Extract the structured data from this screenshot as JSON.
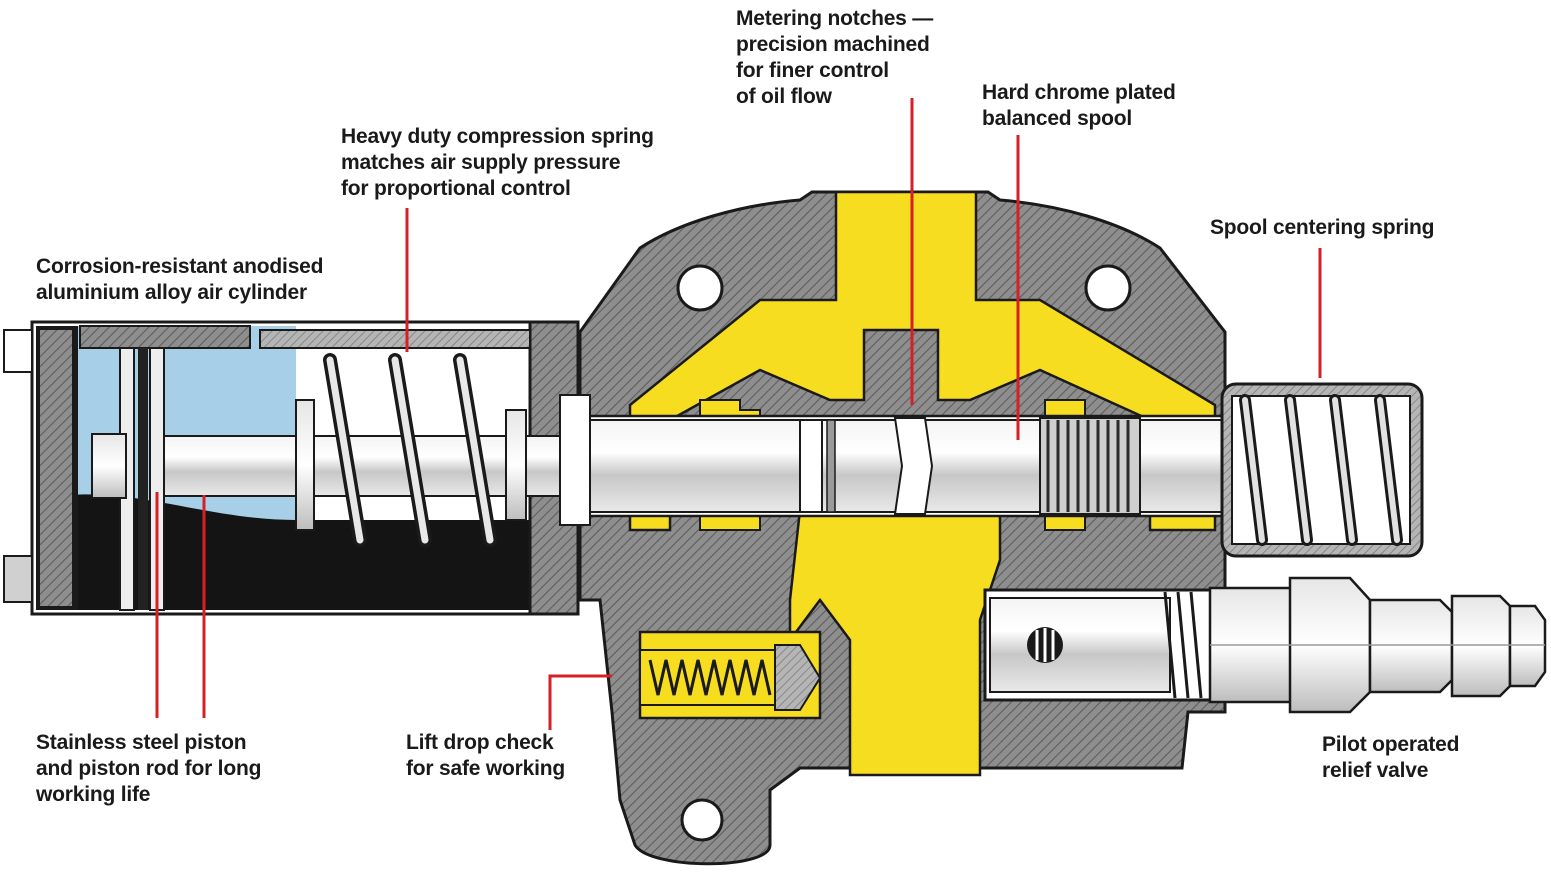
{
  "labels": {
    "metering": "Metering notches —\nprecision machined\nfor finer control\nof oil flow",
    "spring": "Heavy duty compression spring\nmatches air supply pressure\nfor proportional control",
    "spool": "Hard chrome plated\nbalanced spool",
    "centering": "Spool centering spring",
    "cylinder": "Corrosion-resistant anodised\naluminium alloy air cylinder",
    "piston": "Stainless steel piston\nand piston rod for long\nworking life",
    "lift": "Lift drop check\nfor safe working",
    "relief": "Pilot operated\nrelief valve"
  },
  "colors": {
    "oil": "#f7dd1f",
    "air": "#a8cfe8",
    "leader": "#d61f26",
    "body": "#8d8d8d",
    "steel": "#d9d9d9"
  }
}
